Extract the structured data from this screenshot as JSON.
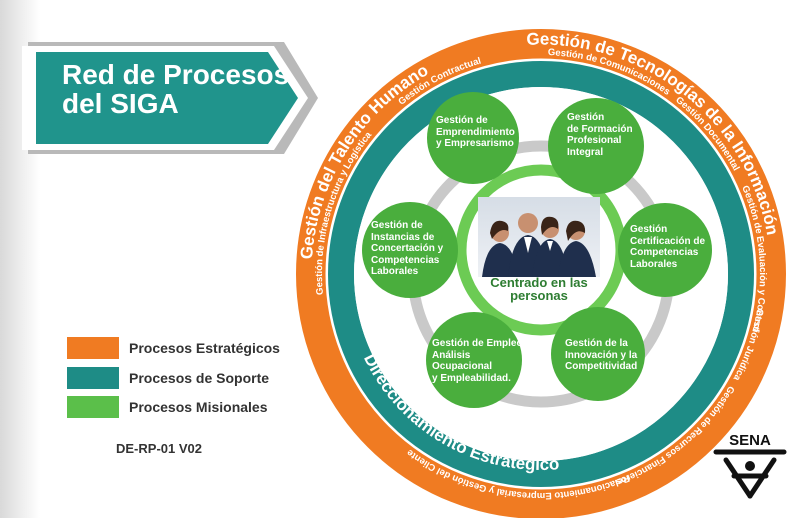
{
  "title": "Red de Procesos\ndel SIGA",
  "colors": {
    "estrategicos": "#f07b22",
    "soporte": "#1e8c86",
    "misionales": "#5bbf4a",
    "title_banner": "#20948c"
  },
  "outer_ring": {
    "left": "Gestión del Talento Humano",
    "right": "Gestión de Tecnologías de la Información",
    "bottom": "Direccionamiento Estratégico"
  },
  "support_ring": [
    "Gestión de Comunicaciones",
    "Gestión Documental",
    "Gestión de Evaluación y Control",
    "Gestión Jurídica",
    "Gestión de Recursos Financieros",
    "Relacionamiento Empresarial y Gestión del Cliente",
    "Gestión de Infraestructura y Logística",
    "Gestión Contractual"
  ],
  "mission_nodes": [
    {
      "label": "Gestión de\nEmprendimiento\ny Empresarismo"
    },
    {
      "label": "Gestión\nde Formación\nProfesional\nIntegral"
    },
    {
      "label": "Gestión\nCertificación de\nCompetencias\nLaborales"
    },
    {
      "label": "Gestión de la\nInnovación y la\nCompetitividad"
    },
    {
      "label": "Gestión de Empleo,\nAnálisis\nOcupacional\ny Empleabilidad."
    },
    {
      "label": "Gestión de\nInstancias de\nConcertación y\nCompetencias\nLaborales"
    }
  ],
  "center": {
    "label": "Centrado en las\npersonas"
  },
  "legend": [
    {
      "label": "Procesos Estratégicos",
      "color": "#f07b22"
    },
    {
      "label": "Procesos de Soporte",
      "color": "#1e8c86"
    },
    {
      "label": "Procesos Misionales",
      "color": "#5bbf4a"
    }
  ],
  "doc_code": "DE-RP-01 V02",
  "logo_text": "SENA"
}
